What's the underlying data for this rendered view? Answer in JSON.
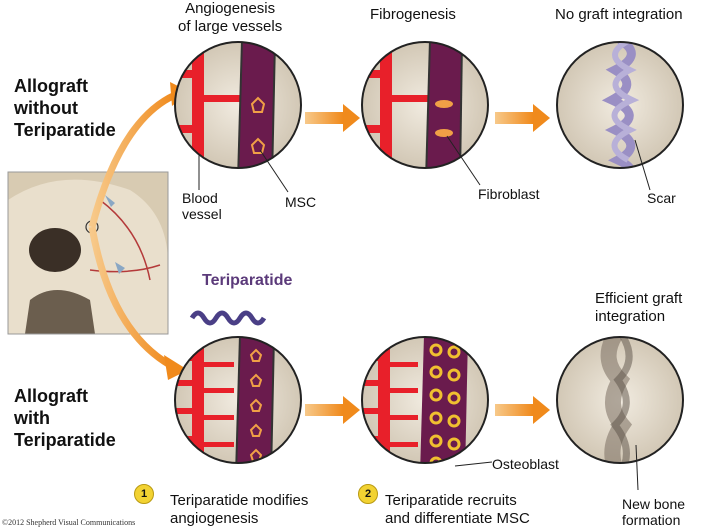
{
  "headers": {
    "angiogenesis": "Angiogenesis\nof large vessels",
    "fibrogenesis": "Fibrogenesis",
    "no_integration": "No graft integration",
    "efficient": "Efficient graft\nintegration"
  },
  "rows": {
    "top_label": "Allograft\nwithout\nTeriparatide",
    "bottom_label": "Allograft\nwith\nTeriparatide"
  },
  "labels": {
    "blood_vessel": "Blood\nvessel",
    "msc": "MSC",
    "fibroblast": "Fibroblast",
    "scar": "Scar",
    "teriparatide": "Teriparatide",
    "osteoblast": "Osteoblast",
    "new_bone": "New bone\nformation"
  },
  "steps": [
    {
      "number": "1",
      "text": "Teriparatide modifies\nangiogenesis"
    },
    {
      "number": "2",
      "text": "Teriparatide recruits\nand differentiate MSC"
    }
  ],
  "credit": "©2012 Shepherd Visual Communications",
  "colors": {
    "vessel_red": "#e8202a",
    "purple": "#6a1b4d",
    "arrow_orange": "#f5a442",
    "bone": "#e6dcc9"
  }
}
